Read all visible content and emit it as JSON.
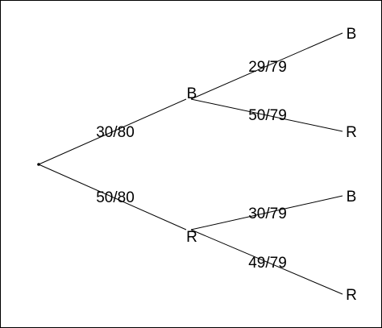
{
  "tree": {
    "colors": {
      "line": "#000000",
      "text": "#000000",
      "background": "#ffffff"
    },
    "first_branch": {
      "upper": {
        "prob": "30/80",
        "node": "B"
      },
      "lower": {
        "prob": "50/80",
        "node": "R"
      }
    },
    "second_branch": {
      "from_B": {
        "upper": {
          "prob": "29/79",
          "node": "B"
        },
        "lower": {
          "prob": "50/79",
          "node": "R"
        }
      },
      "from_R": {
        "upper": {
          "prob": "30/79",
          "node": "B"
        },
        "lower": {
          "prob": "49/79",
          "node": "R"
        }
      }
    }
  }
}
